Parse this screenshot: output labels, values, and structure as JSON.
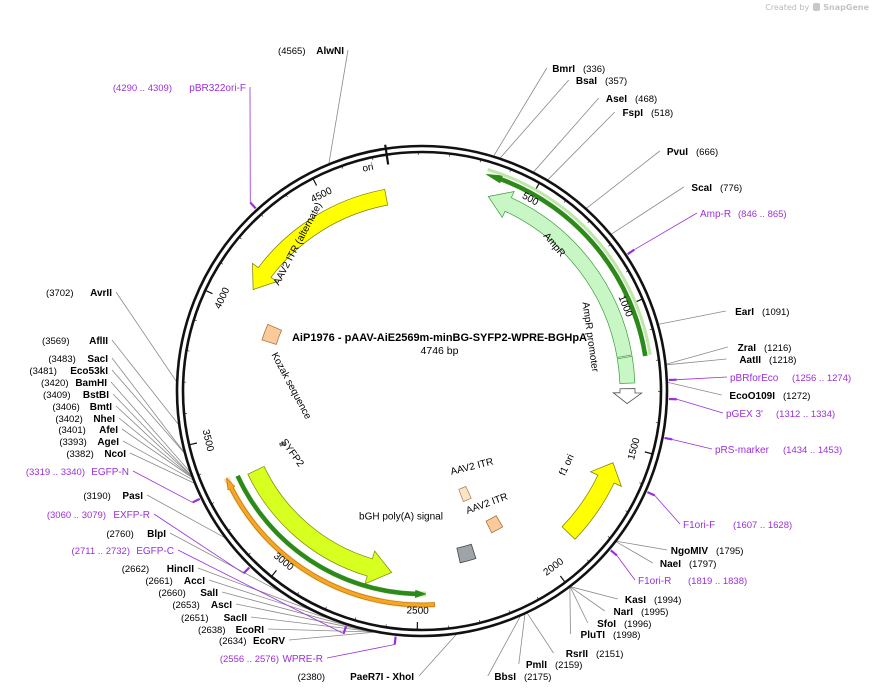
{
  "app": {
    "credit_prefix": "Created by",
    "credit_brand": "SnapGene"
  },
  "plasmid": {
    "name": "AiP1976 - pAAV-AiE2569m-minBG-SYFP2-WPRE-BGHpA",
    "length": "4746 bp",
    "total_bp": 4746
  },
  "colors": {
    "backbone": "#111111",
    "enzyme_label": "#000000",
    "primer": "#9b30d9",
    "ori": "#ffff00",
    "ampr": "#c8f7c5",
    "itr": "#fbc99a",
    "itr_light": "#fde3c5",
    "syfp2": "#d7ff1f",
    "polya": "#9fa4a8",
    "f1ori": "#ffff00",
    "green_strand": "#2d8a1a",
    "orange_strand": "#f5a623"
  },
  "ticks": [
    "500",
    "1000",
    "1500",
    "2000",
    "2500",
    "3000",
    "3500",
    "4000",
    "4500"
  ],
  "enzymes": [
    {
      "name": "AlwNI",
      "pos": "(4565)"
    },
    {
      "name": "BmrI",
      "pos": "(336)"
    },
    {
      "name": "BsaI",
      "pos": "(357)"
    },
    {
      "name": "AseI",
      "pos": "(468)"
    },
    {
      "name": "FspI",
      "pos": "(518)"
    },
    {
      "name": "PvuI",
      "pos": "(666)"
    },
    {
      "name": "ScaI",
      "pos": "(776)"
    },
    {
      "name": "EarI",
      "pos": "(1091)"
    },
    {
      "name": "ZraI",
      "pos": "(1216)"
    },
    {
      "name": "AatII",
      "pos": "(1218)"
    },
    {
      "name": "EcoO109I",
      "pos": "(1272)"
    },
    {
      "name": "NgoMIV",
      "pos": "(1795)"
    },
    {
      "name": "NaeI",
      "pos": "(1797)"
    },
    {
      "name": "KasI",
      "pos": "(1994)"
    },
    {
      "name": "NarI",
      "pos": "(1995)"
    },
    {
      "name": "SfoI",
      "pos": "(1996)"
    },
    {
      "name": "PluTI",
      "pos": "(1998)"
    },
    {
      "name": "RsrII",
      "pos": "(2151)"
    },
    {
      "name": "PmlI",
      "pos": "(2159)"
    },
    {
      "name": "BbsI",
      "pos": "(2175)"
    },
    {
      "name": "PaeR7I - XhoI",
      "pos": "(2380)"
    },
    {
      "name": "EcoRV",
      "pos": "(2634)"
    },
    {
      "name": "EcoRI",
      "pos": "(2638)"
    },
    {
      "name": "SacII",
      "pos": "(2651)"
    },
    {
      "name": "AscI",
      "pos": "(2653)"
    },
    {
      "name": "SalI",
      "pos": "(2660)"
    },
    {
      "name": "AccI",
      "pos": "(2661)"
    },
    {
      "name": "HincII",
      "pos": "(2662)"
    },
    {
      "name": "BlpI",
      "pos": "(2760)"
    },
    {
      "name": "PasI",
      "pos": "(3190)"
    },
    {
      "name": "NcoI",
      "pos": "(3382)"
    },
    {
      "name": "AgeI",
      "pos": "(3393)"
    },
    {
      "name": "AfeI",
      "pos": "(3401)"
    },
    {
      "name": "NheI",
      "pos": "(3402)"
    },
    {
      "name": "BmtI",
      "pos": "(3406)"
    },
    {
      "name": "BstBI",
      "pos": "(3409)"
    },
    {
      "name": "BamHI",
      "pos": "(3420)"
    },
    {
      "name": "Eco53kI",
      "pos": "(3481)"
    },
    {
      "name": "SacI",
      "pos": "(3483)"
    },
    {
      "name": "AflII",
      "pos": "(3569)"
    },
    {
      "name": "AvrII",
      "pos": "(3702)"
    }
  ],
  "primers": [
    {
      "name": "pBR322ori-F",
      "range": "(4290 .. 4309)"
    },
    {
      "name": "Amp-R",
      "range": "(846 .. 865)"
    },
    {
      "name": "pBRforEco",
      "range": "(1256 .. 1274)"
    },
    {
      "name": "pGEX 3'",
      "range": "(1312 .. 1334)"
    },
    {
      "name": "pRS-marker",
      "range": "(1434 .. 1453)"
    },
    {
      "name": "F1ori-F",
      "range": "(1607 .. 1628)"
    },
    {
      "name": "F1ori-R",
      "range": "(1819 .. 1838)"
    },
    {
      "name": "WPRE-R",
      "range": "(2556 .. 2576)"
    },
    {
      "name": "EGFP-C",
      "range": "(2711 .. 2732)"
    },
    {
      "name": "EXFP-R",
      "range": "(3060 .. 3079)"
    },
    {
      "name": "EGFP-N",
      "range": "(3319 .. 3340)"
    }
  ],
  "features": [
    {
      "name": "ori"
    },
    {
      "name": "AmpR"
    },
    {
      "name": "AmpR promoter"
    },
    {
      "name": "AAV2 ITR (alternate)"
    },
    {
      "name": "Kozak sequence"
    },
    {
      "name": "SYFP2"
    },
    {
      "name": "bGH poly(A) signal"
    },
    {
      "name": "AAV2 ITR"
    },
    {
      "name": "AAV2 ITR"
    },
    {
      "name": "f1 ori"
    }
  ]
}
